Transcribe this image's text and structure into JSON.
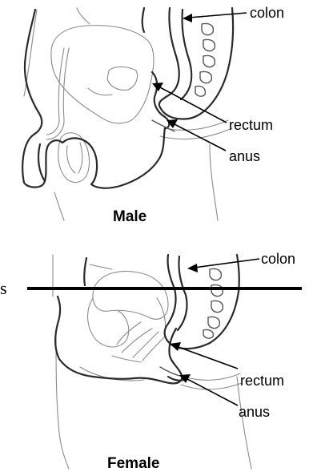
{
  "male": {
    "title": "Male",
    "labels": {
      "colon": "colon",
      "rectum": "rectum",
      "anus": "anus"
    }
  },
  "female": {
    "title": "Female",
    "labels": {
      "colon": "colon",
      "rectum": "rectum",
      "anus": "anus"
    }
  },
  "cut_glyph": "s"
}
